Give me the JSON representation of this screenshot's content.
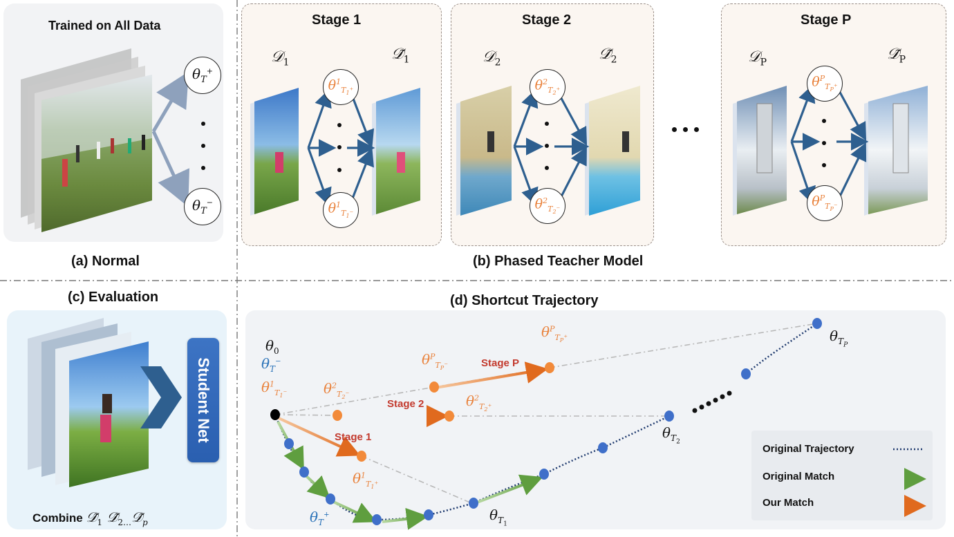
{
  "panel_a": {
    "title": "Trained on All Data",
    "caption": "(a) Normal",
    "theta_top": "θT⁺",
    "theta_bottom": "θT⁻"
  },
  "panel_b": {
    "caption": "(b) Phased Teacher Model",
    "stages": [
      {
        "title": "Stage 1",
        "d": "𝒟1",
        "d_tilde": "𝒟̃1",
        "theta_top_sup": "1",
        "theta_top_sub": "T1⁺",
        "theta_bot_sup": "1",
        "theta_bot_sub": "T1⁻"
      },
      {
        "title": "Stage 2",
        "d": "𝒟2",
        "d_tilde": "𝒟̃2",
        "theta_top_sup": "2",
        "theta_top_sub": "T2⁺",
        "theta_bot_sup": "2",
        "theta_bot_sub": "T2⁻"
      },
      {
        "title": "Stage P",
        "d": "𝒟P",
        "d_tilde": "𝒟̃P",
        "theta_top_sup": "P",
        "theta_top_sub": "TP⁺",
        "theta_bot_sup": "P",
        "theta_bot_sub": "TP⁻"
      }
    ]
  },
  "panel_c": {
    "caption": "(c) Evaluation",
    "student": "Student Net",
    "combine": "Combine 𝒟̃1 𝒟̃2…𝒟̃p"
  },
  "panel_d": {
    "caption": "(d) Shortcut Trajectory",
    "theta0": "θ0",
    "theta_T_minus": "θT⁻",
    "theta_T1_1_minus": "θ¹T1⁻",
    "theta_T2_2_minus": "θ²T2⁻",
    "theta_TP_P_minus": "θᴾTP⁻",
    "theta_TP_P_plus": "θᴾTP⁺",
    "theta_T2_2_plus": "θ²T2⁺",
    "theta_T1_1_plus": "θ¹T1⁺",
    "theta_T_plus": "θT⁺",
    "theta_T1": "θT1",
    "theta_T2": "θT2",
    "theta_TP": "θTP",
    "stage1": "Stage 1",
    "stage2": "Stage 2",
    "stageP": "Stage P"
  },
  "legend": {
    "original_trajectory": "Original Trajectory",
    "original_match": "Original Match",
    "our_match": "Our Match"
  },
  "colors": {
    "teacher_arrow": "#2e5f8f",
    "orange": "#e9823c",
    "blue_dot": "#3f6fc9",
    "green": "#6aa84f",
    "stage_red": "#c33a2e"
  }
}
